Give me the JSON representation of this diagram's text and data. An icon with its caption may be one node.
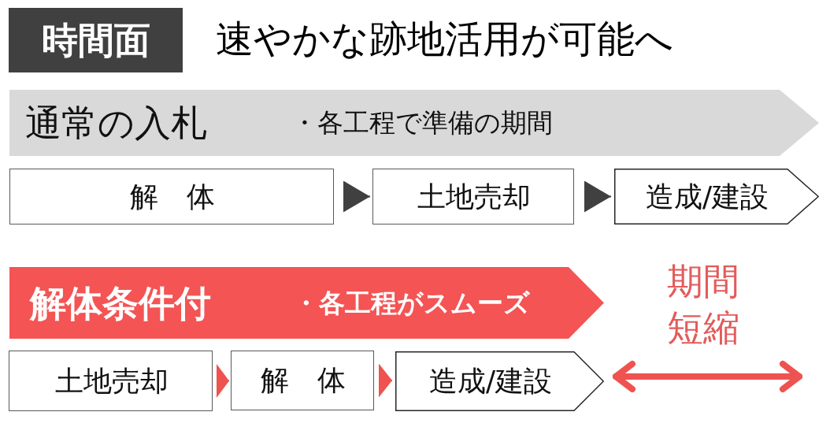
{
  "diagram": {
    "title": "速やかな跡地活用が可能へ",
    "nodes": [
      {
        "text": [
          "時間面"
        ]
      },
      {
        "text": [
          "通常の入札",
          "・各工程で準備の期間"
        ]
      },
      {
        "text": [
          "解　体"
        ]
      },
      {
        "text": [
          "土地売却"
        ]
      },
      {
        "text": [
          "造成/建設"
        ]
      },
      {
        "text": [
          "解体条件付",
          "・各工程がスムーズ"
        ]
      },
      {
        "text": [
          "土地売却"
        ]
      },
      {
        "text": [
          "解　体"
        ]
      },
      {
        "text": [
          "造成/建設"
        ]
      }
    ],
    "edges": [
      {
        "from": 2,
        "to": 3,
        "arrow": "to"
      },
      {
        "from": 3,
        "to": 4,
        "arrow": "to"
      },
      {
        "from": 6,
        "to": 7,
        "arrow": "to",
        "color": "#ef5350"
      },
      {
        "from": 7,
        "to": 8,
        "arrow": "to",
        "color": "#ef5350"
      }
    ],
    "labels": [
      "期間短縮"
    ]
  }
}
